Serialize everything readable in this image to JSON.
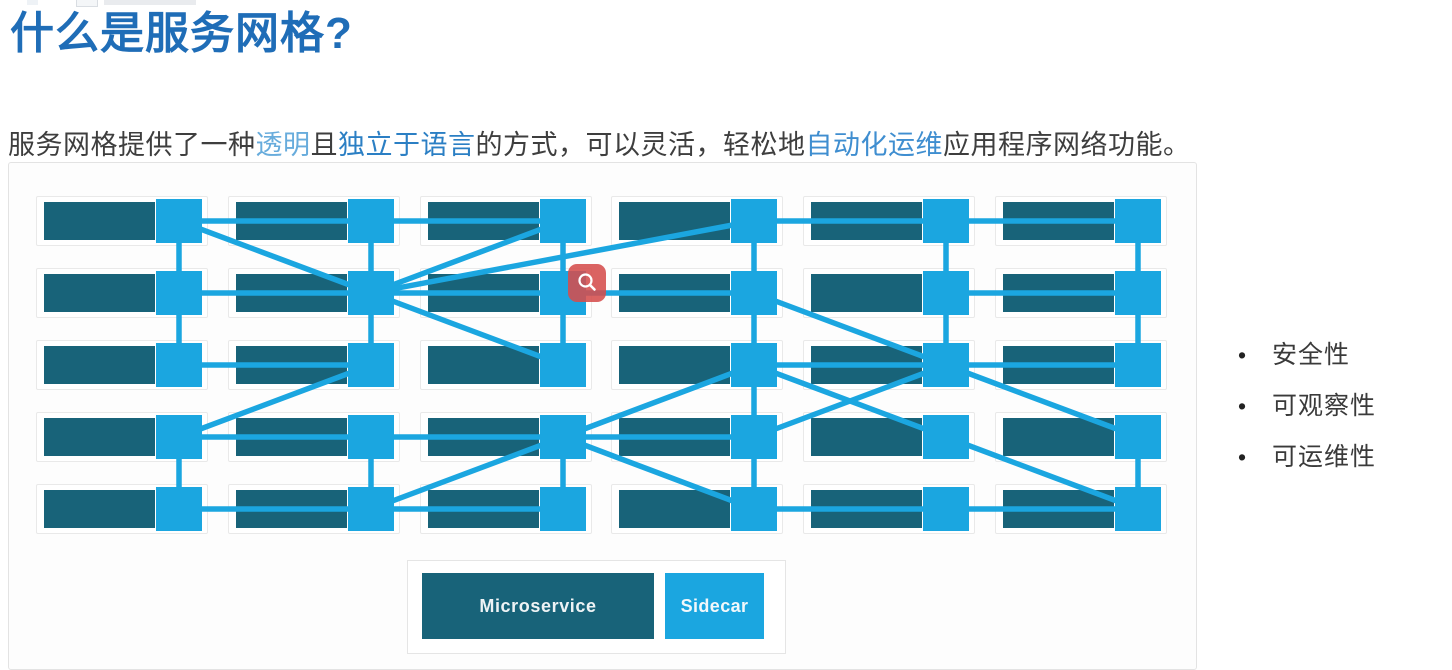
{
  "page": {
    "title": "什么是服务网格?",
    "subtitle_segments": [
      {
        "text": "服务网格提供了一种",
        "style": "plain"
      },
      {
        "text": "透明",
        "style": "em1"
      },
      {
        "text": "且",
        "style": "plain"
      },
      {
        "text": "独立于语言",
        "style": "em2"
      },
      {
        "text": "的方式，可以灵活，轻松地",
        "style": "plain"
      },
      {
        "text": "自动化运维",
        "style": "em3"
      },
      {
        "text": "应用程序网络功能。",
        "style": "plain"
      }
    ]
  },
  "legend": {
    "microservice_label": "Microservice",
    "sidecar_label": "Sidecar"
  },
  "benefits": [
    "安全性",
    "可观察性",
    "可运维性"
  ],
  "cursor_icon": "magnifier-icon",
  "colors": {
    "title_blue": "#1f6db7",
    "microservice_teal": "#186379",
    "sidecar_blue": "#1ba6e0",
    "line_blue": "#1ba6e0",
    "text_dark": "#3a3a3a"
  },
  "diagram": {
    "rows": 5,
    "cols": 6,
    "verticals": [
      [
        1,
        1,
        2
      ],
      [
        1,
        2,
        3
      ],
      [
        1,
        4,
        5
      ],
      [
        2,
        1,
        2
      ],
      [
        2,
        2,
        3
      ],
      [
        2,
        4,
        5
      ],
      [
        3,
        1,
        2
      ],
      [
        3,
        2,
        3
      ],
      [
        3,
        4,
        5
      ],
      [
        4,
        1,
        2
      ],
      [
        4,
        2,
        3
      ],
      [
        4,
        3,
        4
      ],
      [
        4,
        4,
        5
      ],
      [
        5,
        1,
        2
      ],
      [
        5,
        2,
        3
      ],
      [
        6,
        1,
        2
      ],
      [
        6,
        2,
        3
      ],
      [
        6,
        4,
        5
      ]
    ],
    "horizontals": [
      [
        1,
        1,
        2
      ],
      [
        1,
        2,
        3
      ],
      [
        1,
        4,
        5
      ],
      [
        1,
        5,
        6
      ],
      [
        2,
        1,
        2
      ],
      [
        2,
        2,
        3
      ],
      [
        2,
        3,
        4
      ],
      [
        2,
        5,
        6
      ],
      [
        3,
        1,
        2
      ],
      [
        3,
        4,
        5
      ],
      [
        3,
        5,
        6
      ],
      [
        4,
        1,
        2
      ],
      [
        4,
        2,
        3
      ],
      [
        4,
        3,
        4
      ],
      [
        5,
        1,
        2
      ],
      [
        5,
        2,
        3
      ],
      [
        5,
        4,
        5
      ],
      [
        5,
        5,
        6
      ]
    ],
    "diagonals": [
      [
        1,
        1,
        2,
        2
      ],
      [
        2,
        2,
        3,
        1
      ],
      [
        2,
        2,
        4,
        1
      ],
      [
        2,
        2,
        3,
        3
      ],
      [
        1,
        4,
        2,
        3
      ],
      [
        2,
        5,
        3,
        4
      ],
      [
        3,
        4,
        4,
        3
      ],
      [
        3,
        4,
        4,
        5
      ],
      [
        4,
        2,
        5,
        3
      ],
      [
        4,
        4,
        5,
        3
      ],
      [
        4,
        3,
        5,
        4
      ],
      [
        5,
        3,
        6,
        4
      ],
      [
        5,
        4,
        6,
        5
      ]
    ]
  }
}
